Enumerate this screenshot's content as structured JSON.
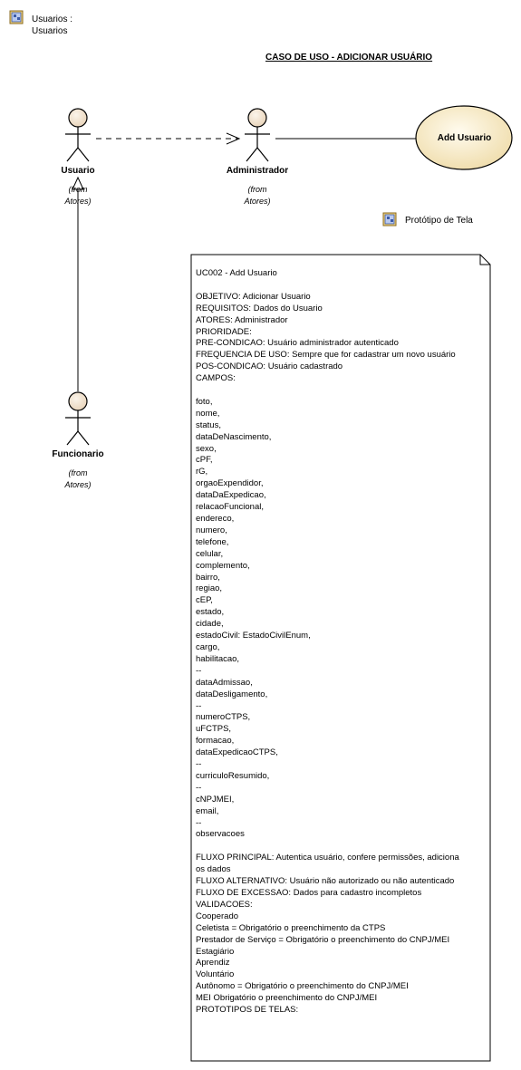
{
  "package": {
    "label_line1": "Usuarios :",
    "label_line2": "Usuarios"
  },
  "diagram_title": "CASO DE USO - ADICIONAR USUÁRIO",
  "actors": [
    {
      "name": "Usuario",
      "from_line1": "(from",
      "from_line2": "Atores)"
    },
    {
      "name": "Administrador",
      "from_line1": "(from",
      "from_line2": "Atores)"
    },
    {
      "name": "Funcionario",
      "from_line1": "(from",
      "from_line2": "Atores)"
    }
  ],
  "use_case": {
    "label": "Add Usuario"
  },
  "prototype_link": {
    "label": "Protótipo de Tela"
  },
  "note": {
    "lines": [
      "UC002 - Add Usuario",
      "",
      "OBJETIVO: Adicionar Usuario",
      "REQUISITOS: Dados do Usuario",
      "ATORES: Administrador",
      "PRIORIDADE:",
      "PRE-CONDICAO: Usuário administrador autenticado",
      "FREQUENCIA DE USO: Sempre que for cadastrar um novo usuário",
      "POS-CONDICAO: Usuário cadastrado",
      "CAMPOS:",
      "",
      "foto,",
      "nome,",
      "status,",
      "dataDeNascimento,",
      "sexo,",
      "cPF,",
      "rG,",
      "orgaoExpendidor,",
      "dataDaExpedicao,",
      "relacaoFuncional,",
      "endereco,",
      "numero,",
      "telefone,",
      "celular,",
      "complemento,",
      "bairro,",
      "regiao,",
      "cEP,",
      "estado,",
      "cidade,",
      "estadoCivil: EstadoCivilEnum,",
      "cargo,",
      "habilitacao,",
      "--",
      "dataAdmissao,",
      "dataDesligamento,",
      "--",
      "numeroCTPS,",
      "uFCTPS,",
      "formacao,",
      "dataExpedicaoCTPS,",
      "--",
      "curriculoResumido,",
      "--",
      "cNPJMEI,",
      "email,",
      "--",
      "observacoes",
      "",
      "FLUXO PRINCIPAL: Autentica usuário, confere permissões, adiciona",
      "os dados",
      "FLUXO ALTERNATIVO: Usuário não autorizado ou não autenticado",
      "FLUXO DE EXCESSAO: Dados para cadastro incompletos",
      "VALIDACOES:",
      "Cooperado",
      "Celetista = Obrigatório o preenchimento da CTPS",
      "Prestador de Serviço = Obrigatório o preenchimento do CNPJ/MEI",
      "Estagiário",
      "Aprendiz",
      "Voluntário",
      "Autônomo = Obrigatório o preenchimento do CNPJ/MEI",
      "MEI Obrigatório o preenchimento do CNPJ/MEI",
      "PROTOTIPOS DE TELAS:"
    ]
  },
  "colors": {
    "actor_fill": "#f3e6d3",
    "usecase_fill": "#f8ecc8",
    "note_fill": "#ffffff",
    "stroke": "#000000"
  }
}
